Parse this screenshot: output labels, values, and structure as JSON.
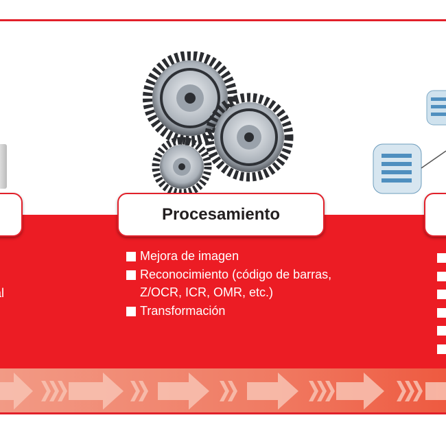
{
  "stages": [
    {
      "label": "",
      "items": [
        "al"
      ]
    },
    {
      "label": "Procesamiento",
      "items": [
        "Mejora de imagen",
        "Reconocimiento (código de barras, Z/OCR, ICR, OMR, etc.)",
        "Transformación"
      ]
    },
    {
      "label": "",
      "items": [
        "",
        "",
        "",
        "",
        "",
        ""
      ]
    }
  ],
  "colors": {
    "accent": "#ec1c24",
    "arrows": "#f29a85",
    "label_text": "#231f20"
  },
  "icons": {
    "left": "device-icon",
    "middle": "gears-icon",
    "right": "servers-icon"
  }
}
